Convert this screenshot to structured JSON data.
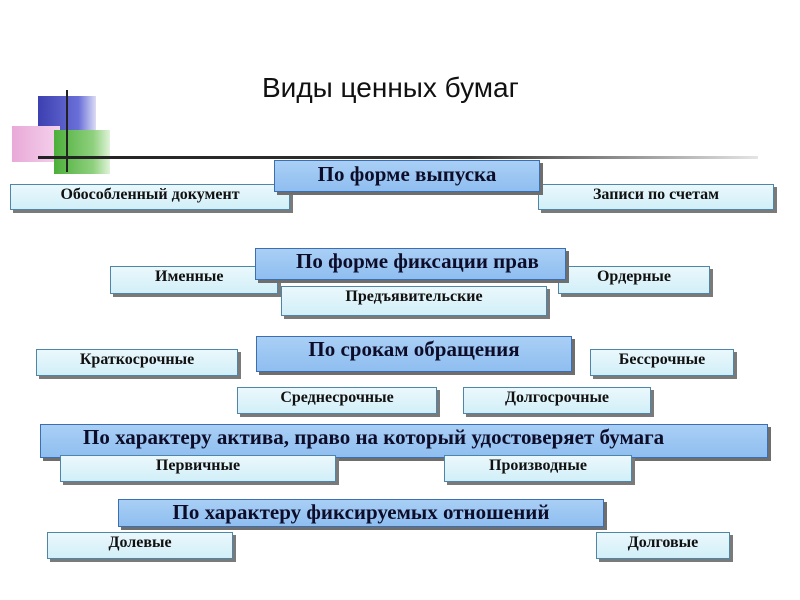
{
  "title": "Виды ценных бумаг",
  "groups": {
    "issue_form": {
      "heading": "По форме выпуска",
      "left": "Обособленный документ",
      "right": "Записи по счетам"
    },
    "fixation_form": {
      "heading": "По форме фиксации прав",
      "left": "Именные",
      "right": "Ордерные",
      "bottom": "Предъявительские"
    },
    "circulation_term": {
      "heading": "По срокам обращения",
      "left": "Краткосрочные",
      "right": "Бессрочные",
      "bottom_left": "Среднесрочные",
      "bottom_right": "Долгосрочные"
    },
    "asset_nature": {
      "heading": "По характеру актива, право на который удостоверяет бумага",
      "left": "Первичные",
      "right": "Производные"
    },
    "relations_nature": {
      "heading": "По характеру фиксируемых отношений",
      "left": "Долевые",
      "right": "Долговые"
    }
  }
}
